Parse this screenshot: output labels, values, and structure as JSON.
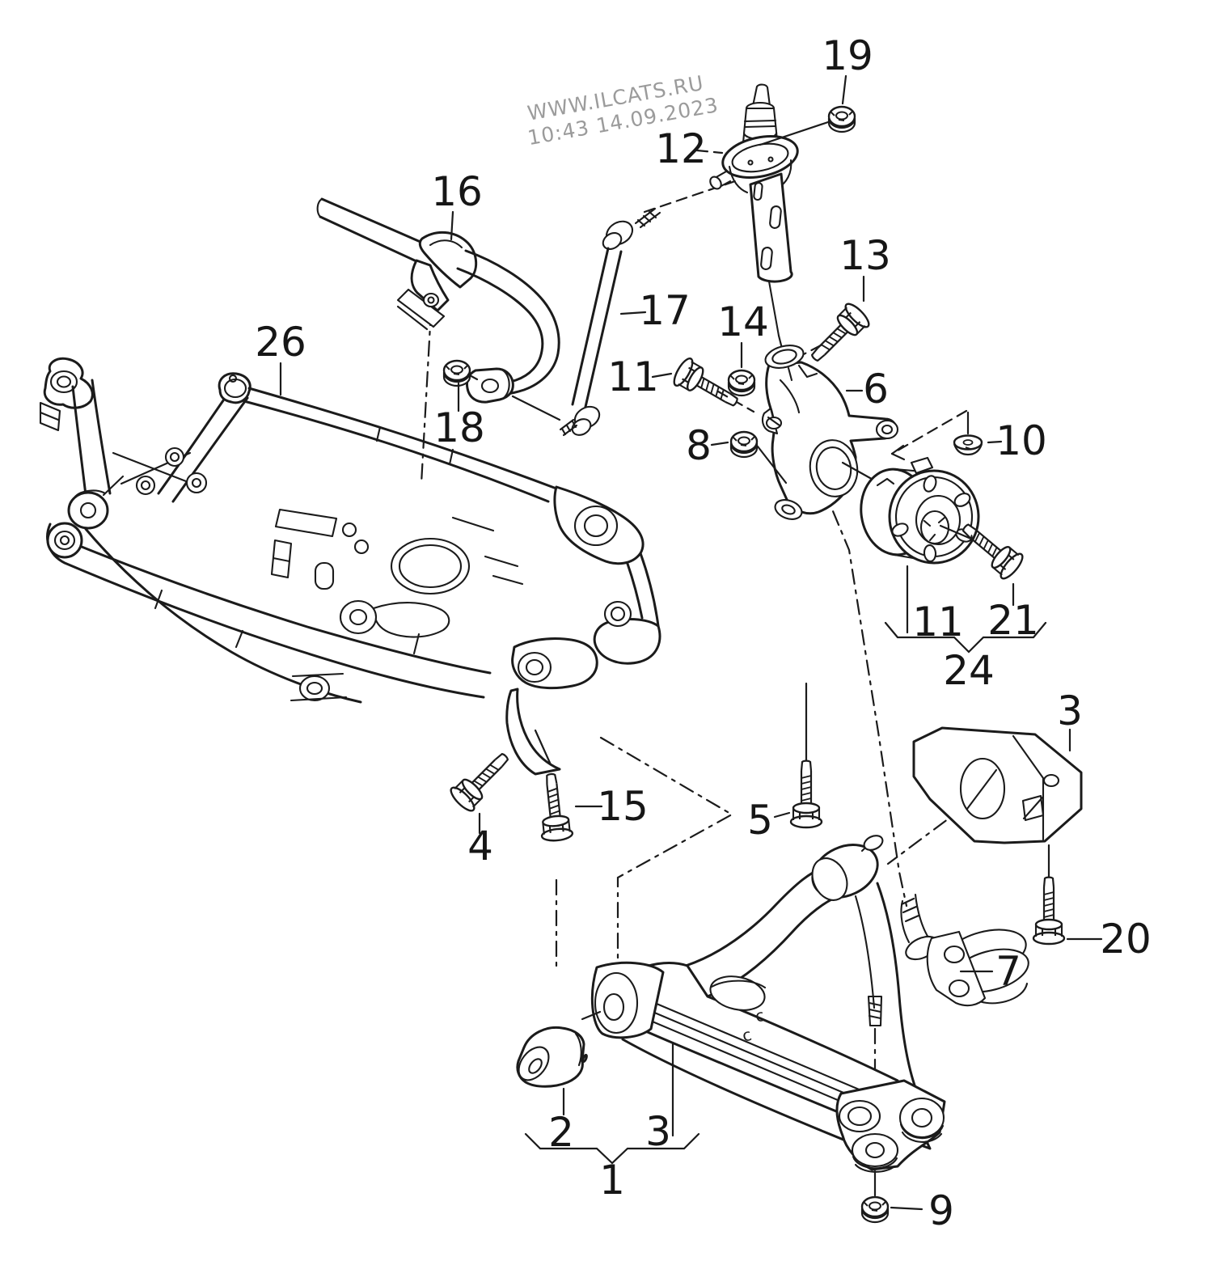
{
  "colors": {
    "ink": "#1b1b1b",
    "watermark": "#9b9b9b",
    "background": "#ffffff"
  },
  "watermark": {
    "line1": "WWW.ILCATS.RU",
    "line2": "10:43 14.09.2023"
  },
  "part_marks": {
    "c1": "c",
    "c2": "c"
  },
  "callouts": [
    {
      "id": "19",
      "text": "19"
    },
    {
      "id": "12",
      "text": "12"
    },
    {
      "id": "16",
      "text": "16"
    },
    {
      "id": "17",
      "text": "17"
    },
    {
      "id": "13",
      "text": "13"
    },
    {
      "id": "14",
      "text": "14"
    },
    {
      "id": "11-pinch-bolt",
      "text": "11"
    },
    {
      "id": "6",
      "text": "6"
    },
    {
      "id": "8",
      "text": "8"
    },
    {
      "id": "10",
      "text": "10"
    },
    {
      "id": "26",
      "text": "26"
    },
    {
      "id": "18",
      "text": "18"
    },
    {
      "id": "15",
      "text": "15"
    },
    {
      "id": "4",
      "text": "4"
    },
    {
      "id": "11-hub",
      "text": "11"
    },
    {
      "id": "21",
      "text": "21"
    },
    {
      "id": "24",
      "text": "24"
    },
    {
      "id": "3-bracket",
      "text": "3"
    },
    {
      "id": "5",
      "text": "5"
    },
    {
      "id": "20",
      "text": "20"
    },
    {
      "id": "7",
      "text": "7"
    },
    {
      "id": "2",
      "text": "2"
    },
    {
      "id": "3-arm-rear-bushing",
      "text": "3"
    },
    {
      "id": "1",
      "text": "1"
    },
    {
      "id": "9",
      "text": "9"
    }
  ]
}
